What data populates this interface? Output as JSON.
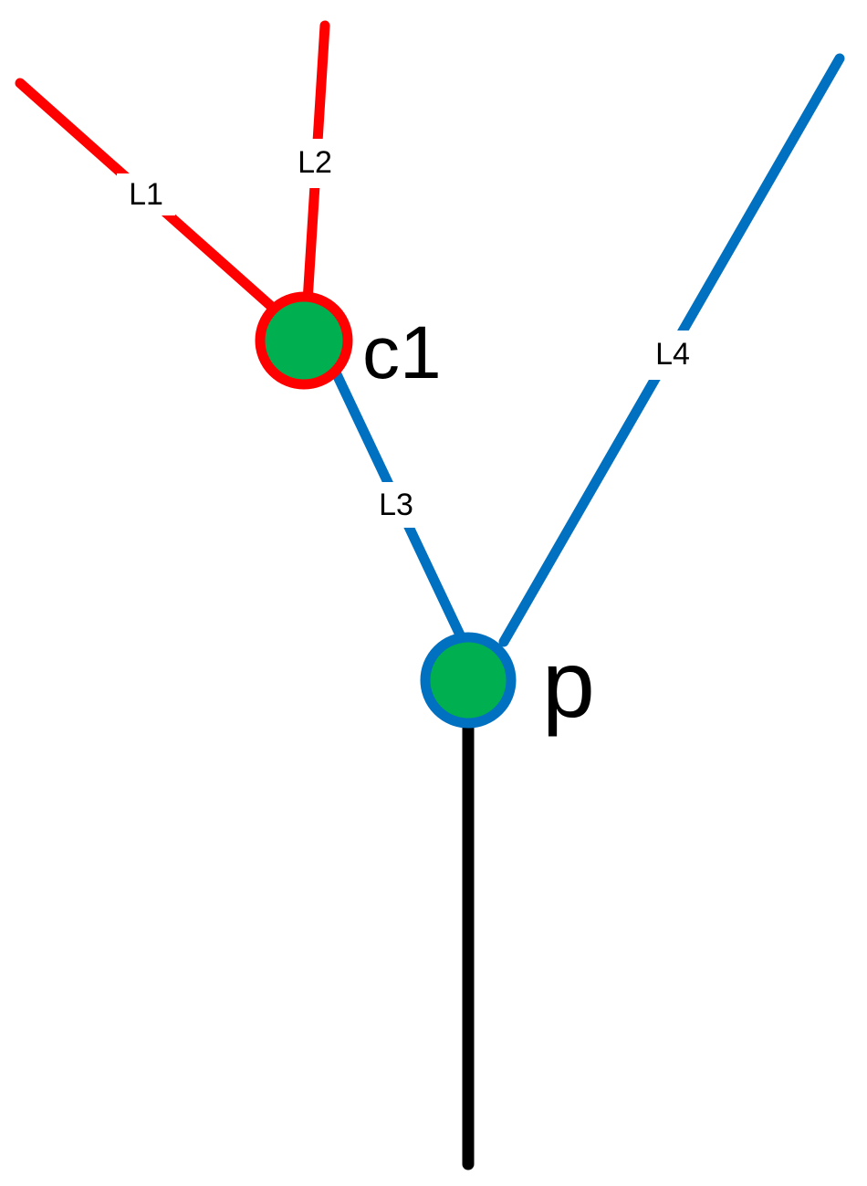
{
  "colors": {
    "red_branch": "#ff0000",
    "blue_branch": "#0070c0",
    "trunk": "#000000",
    "node_fill": "#00b050",
    "label_background": "#ffffff",
    "text": "#000000"
  },
  "edges": {
    "l1": {
      "label": "L1",
      "color": "red"
    },
    "l2": {
      "label": "L2",
      "color": "red"
    },
    "l3": {
      "label": "L3",
      "color": "blue"
    },
    "l4": {
      "label": "L4",
      "color": "blue"
    },
    "trunk": {
      "label": "",
      "color": "black"
    }
  },
  "nodes": {
    "c1": {
      "label": "c1",
      "ring_color": "red",
      "fill": "green"
    },
    "p": {
      "label": "p",
      "ring_color": "blue",
      "fill": "green"
    }
  }
}
